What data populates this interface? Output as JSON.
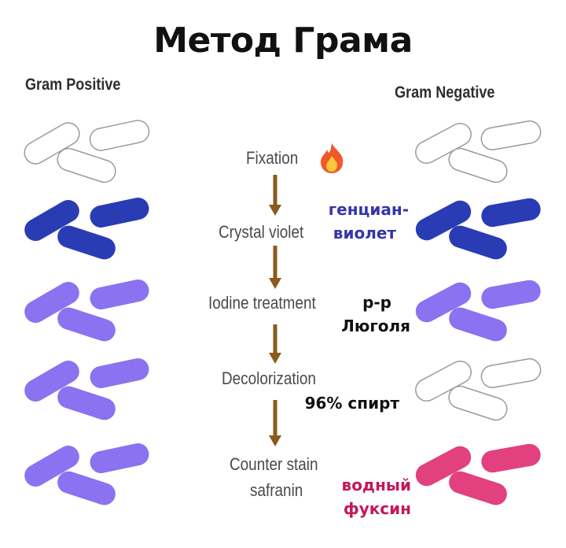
{
  "title": "Метод Грама",
  "columns": {
    "positive": "Gram Positive",
    "negative": "Gram Negative"
  },
  "steps": [
    {
      "label": "Fixation",
      "icon": "fire-icon"
    },
    {
      "label": "Crystal violet"
    },
    {
      "label": "Iodine treatment"
    },
    {
      "label": "Decolorization"
    },
    {
      "label": "Counter stain",
      "label2": "safranin"
    }
  ],
  "notes": {
    "crystal_violet_1": "генциан-",
    "crystal_violet_2": "виолет",
    "iodine_1": "р-р",
    "iodine_2": "Люголя",
    "decolorization": "96% спирт",
    "counter_1": "водный",
    "counter_2": "фуксин"
  },
  "colors": {
    "unstained": "#ffffff",
    "crystal_violet": "#2a3cb4",
    "iodine": "#8a72f0",
    "safranin": "#e2407e",
    "note_blue": "#3535a8",
    "note_magenta": "#c2185b",
    "arrow": "#8a5a1e"
  },
  "rows": [
    {
      "positive": "unstained",
      "negative": "unstained"
    },
    {
      "positive": "crystal_violet",
      "negative": "crystal_violet"
    },
    {
      "positive": "iodine",
      "negative": "iodine"
    },
    {
      "positive": "iodine",
      "negative": "unstained"
    },
    {
      "positive": "iodine",
      "negative": "safranin"
    }
  ]
}
